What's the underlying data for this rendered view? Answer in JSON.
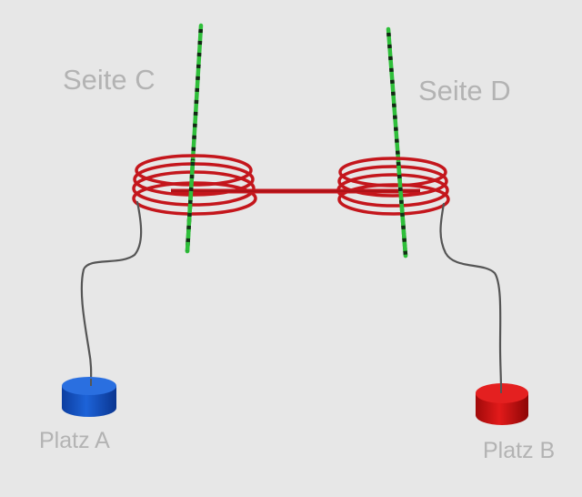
{
  "labels": {
    "side_c": "Seite C",
    "side_d": "Seite D",
    "place_a": "Platz A",
    "place_b": "Platz B"
  },
  "colors": {
    "background": "#e7e7e7",
    "rod": "#2fbf3a",
    "coil": "#c4161c",
    "wire": "#555555",
    "puck_a": "#1553c4",
    "puck_b": "#d41010",
    "label": "#b3b3b3"
  }
}
